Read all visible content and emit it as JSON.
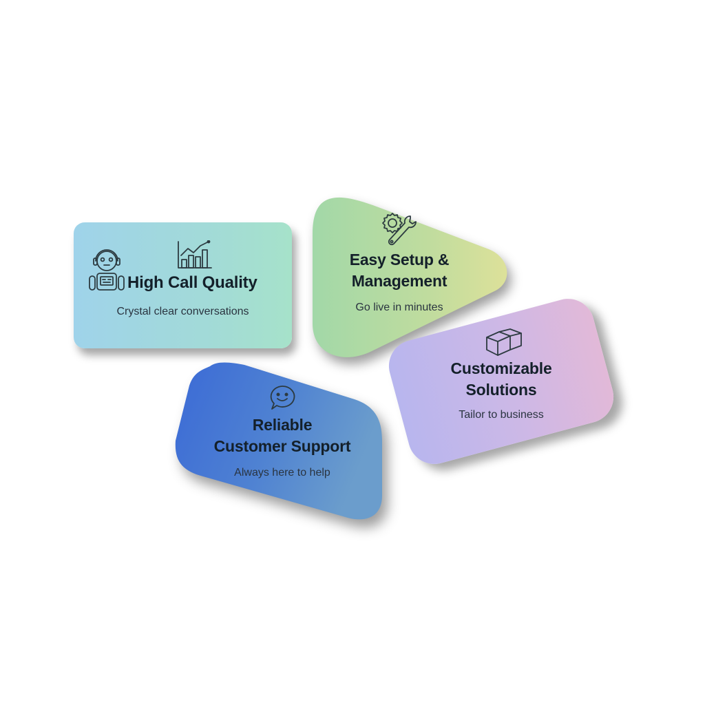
{
  "cards": [
    {
      "id": "high-call-quality",
      "title": "High Call Quality",
      "subtitle": "Crystal clear conversations",
      "icons": [
        "robot-headset-icon",
        "bar-chart-trend-icon"
      ],
      "gradient": [
        "#9fd3ea",
        "#a6e2ca"
      ]
    },
    {
      "id": "easy-setup",
      "title_lines": [
        "Easy Setup &",
        "Management"
      ],
      "subtitle": "Go live in minutes",
      "icons": [
        "gear-wrench-icon"
      ],
      "gradient": [
        "#a6d9a8",
        "#d8e09a"
      ]
    },
    {
      "id": "customizable",
      "title_lines": [
        "Customizable",
        "Solutions"
      ],
      "subtitle": "Tailor to business",
      "icons": [
        "boxes-icon"
      ],
      "gradient": [
        "#b8b6ee",
        "#e2b9d8"
      ]
    },
    {
      "id": "reliable-support",
      "title_lines": [
        "Reliable",
        "Customer Support"
      ],
      "subtitle": "Always here to help",
      "icons": [
        "smiley-chat-bubble-icon"
      ],
      "gradient": [
        "#3e6fd4",
        "#6a9bd0"
      ]
    }
  ]
}
